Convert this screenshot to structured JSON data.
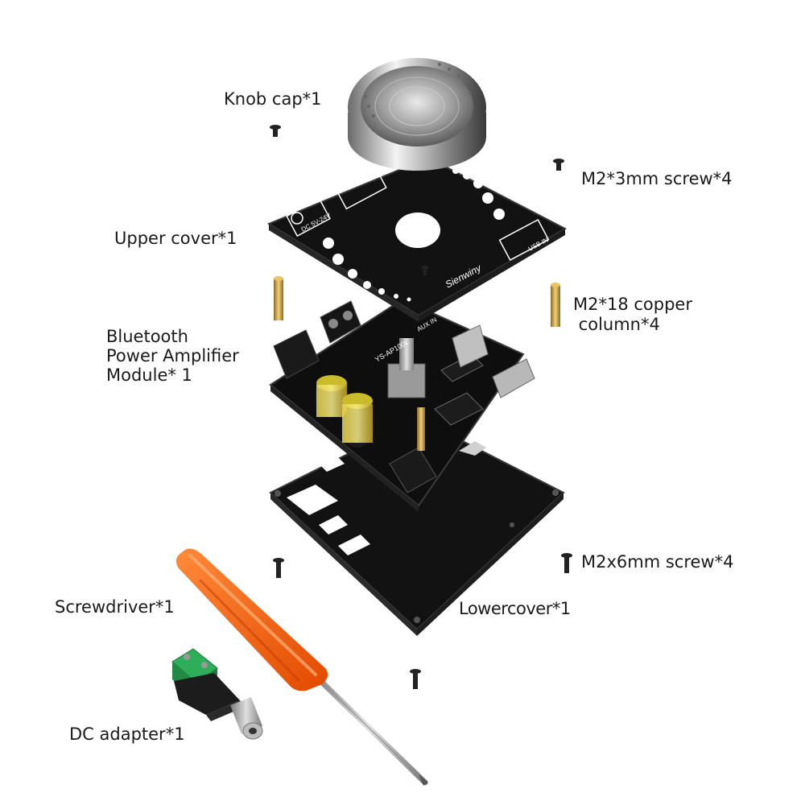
{
  "labels": {
    "knob_cap": "Knob cap*1",
    "m2_3mm_screw": "M2*3mm screw*4",
    "upper_cover": "Upper cover*1",
    "copper_column": "M2*18 copper\n column*4",
    "amplifier_module": "Bluetooth\nPower Amplifier\nModule* 1",
    "m2x6mm_screw": "M2x6mm screw*4",
    "screwdriver": "Screwdriver*1",
    "lower_cover": "Lowercover*1",
    "dc_adapter": "DC adapter*1"
  },
  "board_text": {
    "brand": "Sienwiny",
    "model": "YS-AP100L",
    "model_pcb": "YS-AP100L",
    "power": "DC 5V-24V",
    "usb": "USB IN",
    "aux": "AUX IN"
  },
  "colors": {
    "knob_cap": "#b0b0b0",
    "cover": "#141414",
    "pcb": "#101010",
    "screwdriver_handle": "#ff5a00",
    "copper": "#c9a24a",
    "adapter_green": "#2fae5a"
  }
}
